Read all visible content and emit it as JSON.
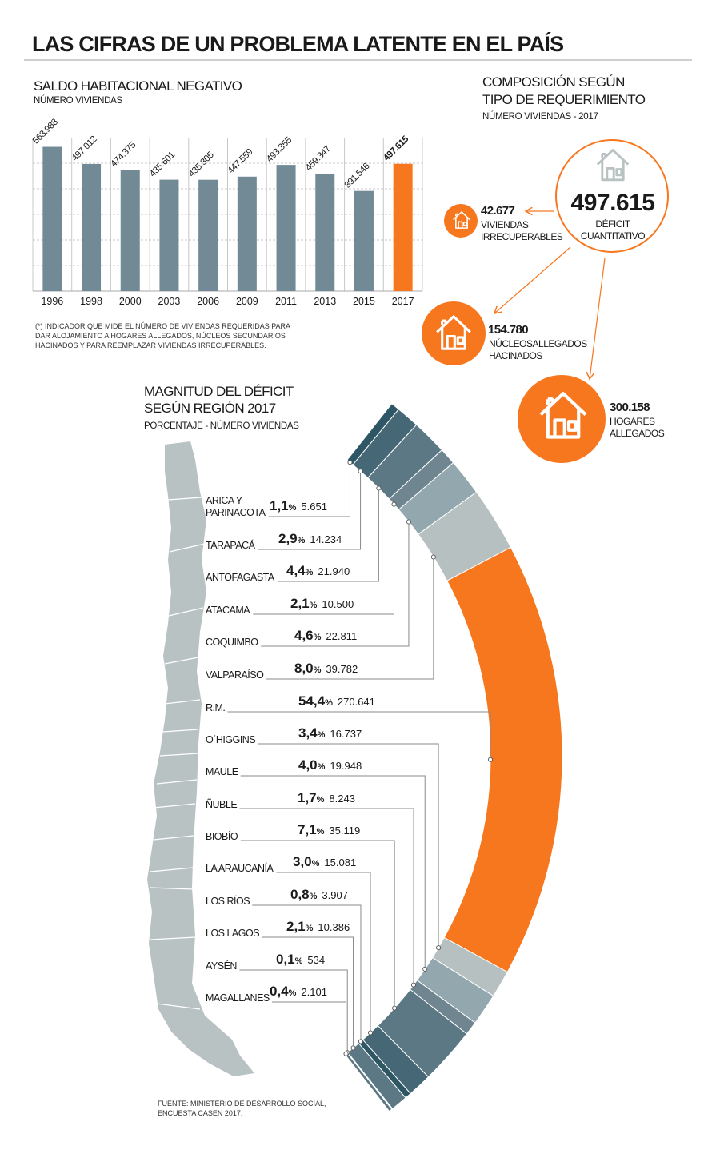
{
  "title": "LAS CIFRAS DE UN PROBLEMA LATENTE EN EL PAÍS",
  "bar_section": {
    "title": "SALDO HABITACIONAL NEGATIVO",
    "subtitle": "NÚMERO VIVIENDAS",
    "footnote": [
      "(*) INDICADOR QUE MIDE EL NÚMERO DE VIVIENDAS REQUERIDAS PARA",
      "DAR ALOJAMIENTO A HOGARES ALLEGADOS, NÚCLEOS SECUNDARIOS",
      "HACINADOS Y PARA REEMPLAZAR VIVIENDAS IRRECUPERABLES."
    ]
  },
  "composition": {
    "title_line1": "COMPOSICIÓN  SEGÚN",
    "title_line2": "TIPO DE REQUERIMIENTO",
    "subtitle": "NÚMERO VIVIENDAS - 2017",
    "total": {
      "value": "497.615",
      "label1": "DÉFICIT",
      "label2": "CUANTITATIVO"
    },
    "items": [
      {
        "value": "42.677",
        "label1": "VIVIENDAS",
        "label2": "IRRECUPERABLES"
      },
      {
        "value": "154.780",
        "label1": "NÚCLEOSALLEGADOS",
        "label2": "HACINADOS"
      },
      {
        "value": "300.158",
        "label1": "HOGARES",
        "label2": "ALLEGADOS"
      }
    ],
    "icon": "house-icon"
  },
  "magnitude": {
    "title1": "MAGNITUD DEL DÉFICIT",
    "title2": "SEGÚN REGIÓN 2017",
    "subtitle": "PORCENTAJE - NÚMERO VIVIENDAS"
  },
  "source": [
    "FUENTE: MINISTERIO DE DESARROLLO SOCIAL,",
    "ENCUESTA CASEN 2017."
  ],
  "colors": {
    "accent": "#f7771f",
    "bar": "#718a95",
    "map": "#b9c2c3",
    "rule": "#c8c8c8"
  },
  "chart_data": [
    {
      "type": "bar",
      "title": "SALDO HABITACIONAL NEGATIVO",
      "ylabel": "NÚMERO VIVIENDAS",
      "categories": [
        "1996",
        "1998",
        "2000",
        "2003",
        "2006",
        "2009",
        "2011",
        "2013",
        "2015",
        "2017"
      ],
      "values": [
        563988,
        497012,
        474375,
        435601,
        435305,
        447559,
        493355,
        459347,
        391546,
        497615
      ],
      "value_labels": [
        "563.988",
        "497.012",
        "474.375",
        "435.601",
        "435.305",
        "447.559",
        "493.355",
        "459.347",
        "391.546",
        "497.615"
      ],
      "highlight": "2017",
      "ylim": [
        0,
        600000
      ],
      "grid": true
    },
    {
      "type": "pie",
      "title": "MAGNITUD DEL DÉFICIT SEGÚN REGIÓN 2017",
      "regions": [
        {
          "name": "ARICA Y PARINACOTA",
          "pct": 1.1,
          "pct_label": "1,1",
          "count": "5.651",
          "color": "#2f5665"
        },
        {
          "name": "TARAPACÁ",
          "pct": 2.9,
          "pct_label": "2,9",
          "count": "14.234",
          "color": "#466775"
        },
        {
          "name": "ANTOFAGASTA",
          "pct": 4.4,
          "pct_label": "4,4",
          "count": "21.940",
          "color": "#5b7884"
        },
        {
          "name": "ATACAMA",
          "pct": 2.1,
          "pct_label": "2,1",
          "count": "10.500",
          "color": "#6f8691"
        },
        {
          "name": "COQUIMBO",
          "pct": 4.6,
          "pct_label": "4,6",
          "count": "22.811",
          "color": "#93a7af"
        },
        {
          "name": "VALPARAÍSO",
          "pct": 8.0,
          "pct_label": "8,0",
          "count": "39.782",
          "color": "#b7c0c1"
        },
        {
          "name": "R.M.",
          "pct": 54.4,
          "pct_label": "54,4",
          "count": "270.641",
          "color": "#f7771f"
        },
        {
          "name": "O´HIGGINS",
          "pct": 3.4,
          "pct_label": "3,4",
          "count": "16.737",
          "color": "#b7c0c1"
        },
        {
          "name": "MAULE",
          "pct": 4.0,
          "pct_label": "4,0",
          "count": "19.948",
          "color": "#93a7af"
        },
        {
          "name": "ÑUBLE",
          "pct": 1.7,
          "pct_label": "1,7",
          "count": "8.243",
          "color": "#6f8691"
        },
        {
          "name": "BIOBÍO",
          "pct": 7.1,
          "pct_label": "7,1",
          "count": "35.119",
          "color": "#5b7884"
        },
        {
          "name": "LA ARAUCANÍA",
          "pct": 3.0,
          "pct_label": "3,0",
          "count": "15.081",
          "color": "#466775"
        },
        {
          "name": "LOS RÍOS",
          "pct": 0.8,
          "pct_label": "0,8",
          "count": "3.907",
          "color": "#2f5665"
        },
        {
          "name": "LOS LAGOS",
          "pct": 2.1,
          "pct_label": "2,1",
          "count": "10.386",
          "color": "#5b7884"
        },
        {
          "name": "AYSÉN",
          "pct": 0.1,
          "pct_label": "0,1",
          "count": "534",
          "color": "#2f5665"
        },
        {
          "name": "MAGALLANES",
          "pct": 0.4,
          "pct_label": "0,4",
          "count": "2.101",
          "color": "#5b7884"
        }
      ],
      "pct_suffix": "%"
    }
  ]
}
